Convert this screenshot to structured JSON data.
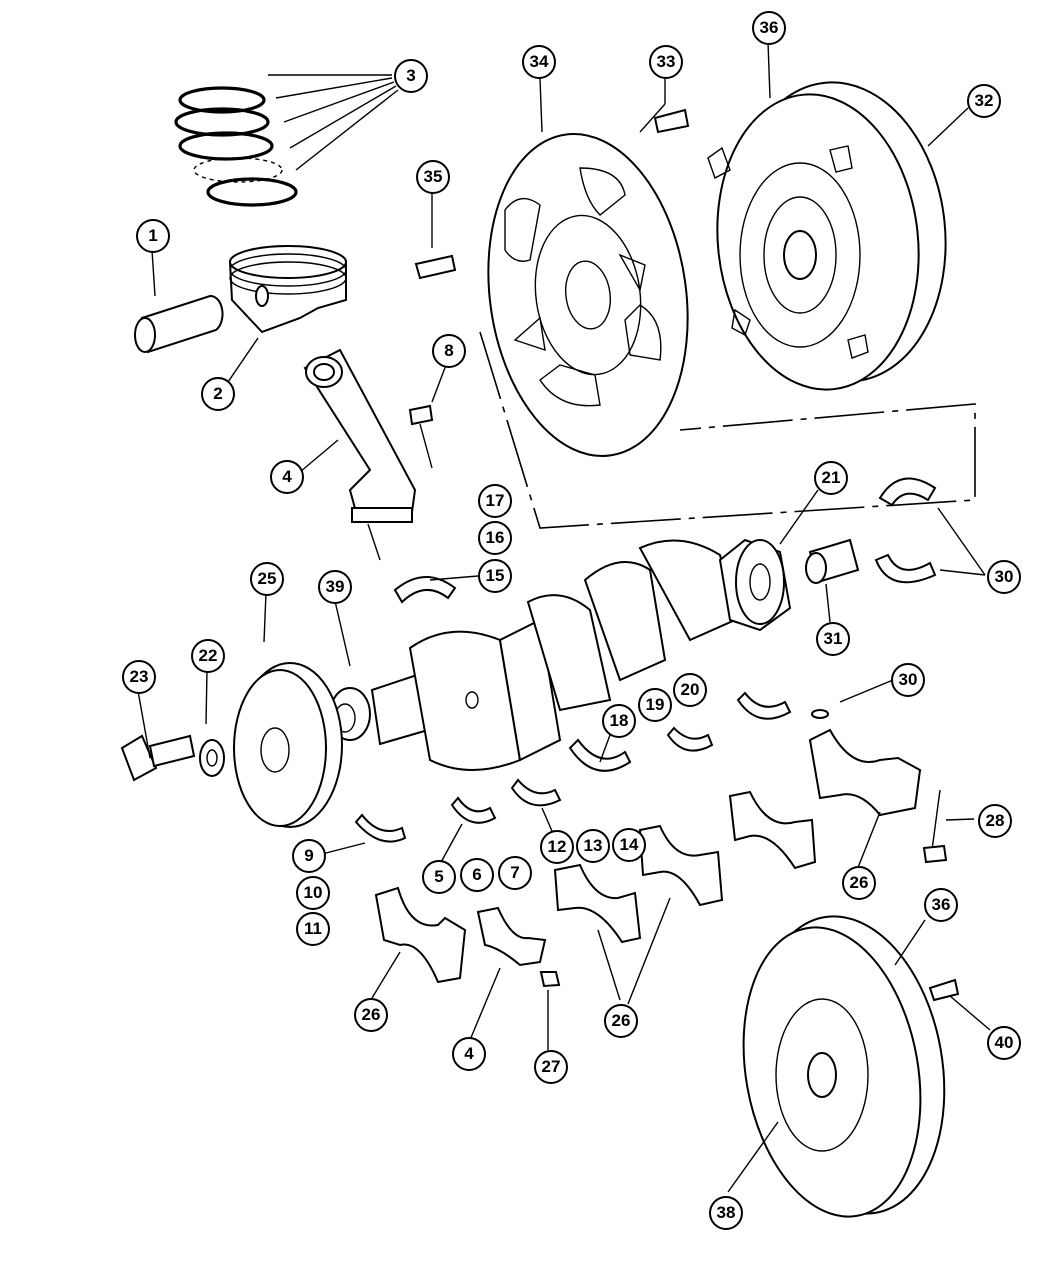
{
  "callouts": [
    {
      "id": "c1",
      "label": "1"
    },
    {
      "id": "c2",
      "label": "2"
    },
    {
      "id": "c3",
      "label": "3"
    },
    {
      "id": "c4a",
      "label": "4"
    },
    {
      "id": "c4b",
      "label": "4"
    },
    {
      "id": "c5",
      "label": "5"
    },
    {
      "id": "c6",
      "label": "6"
    },
    {
      "id": "c7",
      "label": "7"
    },
    {
      "id": "c8",
      "label": "8"
    },
    {
      "id": "c9",
      "label": "9"
    },
    {
      "id": "c10",
      "label": "10"
    },
    {
      "id": "c11",
      "label": "11"
    },
    {
      "id": "c12",
      "label": "12"
    },
    {
      "id": "c13",
      "label": "13"
    },
    {
      "id": "c14",
      "label": "14"
    },
    {
      "id": "c15",
      "label": "15"
    },
    {
      "id": "c16",
      "label": "16"
    },
    {
      "id": "c17",
      "label": "17"
    },
    {
      "id": "c18",
      "label": "18"
    },
    {
      "id": "c19",
      "label": "19"
    },
    {
      "id": "c20",
      "label": "20"
    },
    {
      "id": "c21",
      "label": "21"
    },
    {
      "id": "c22",
      "label": "22"
    },
    {
      "id": "c23",
      "label": "23"
    },
    {
      "id": "c25",
      "label": "25"
    },
    {
      "id": "c26a",
      "label": "26"
    },
    {
      "id": "c26b",
      "label": "26"
    },
    {
      "id": "c26c",
      "label": "26"
    },
    {
      "id": "c27",
      "label": "27"
    },
    {
      "id": "c28",
      "label": "28"
    },
    {
      "id": "c30a",
      "label": "30"
    },
    {
      "id": "c30b",
      "label": "30"
    },
    {
      "id": "c31",
      "label": "31"
    },
    {
      "id": "c32",
      "label": "32"
    },
    {
      "id": "c33",
      "label": "33"
    },
    {
      "id": "c34",
      "label": "34"
    },
    {
      "id": "c35",
      "label": "35"
    },
    {
      "id": "c36a",
      "label": "36"
    },
    {
      "id": "c36b",
      "label": "36"
    },
    {
      "id": "c38",
      "label": "38"
    },
    {
      "id": "c39",
      "label": "39"
    },
    {
      "id": "c40",
      "label": "40"
    }
  ]
}
